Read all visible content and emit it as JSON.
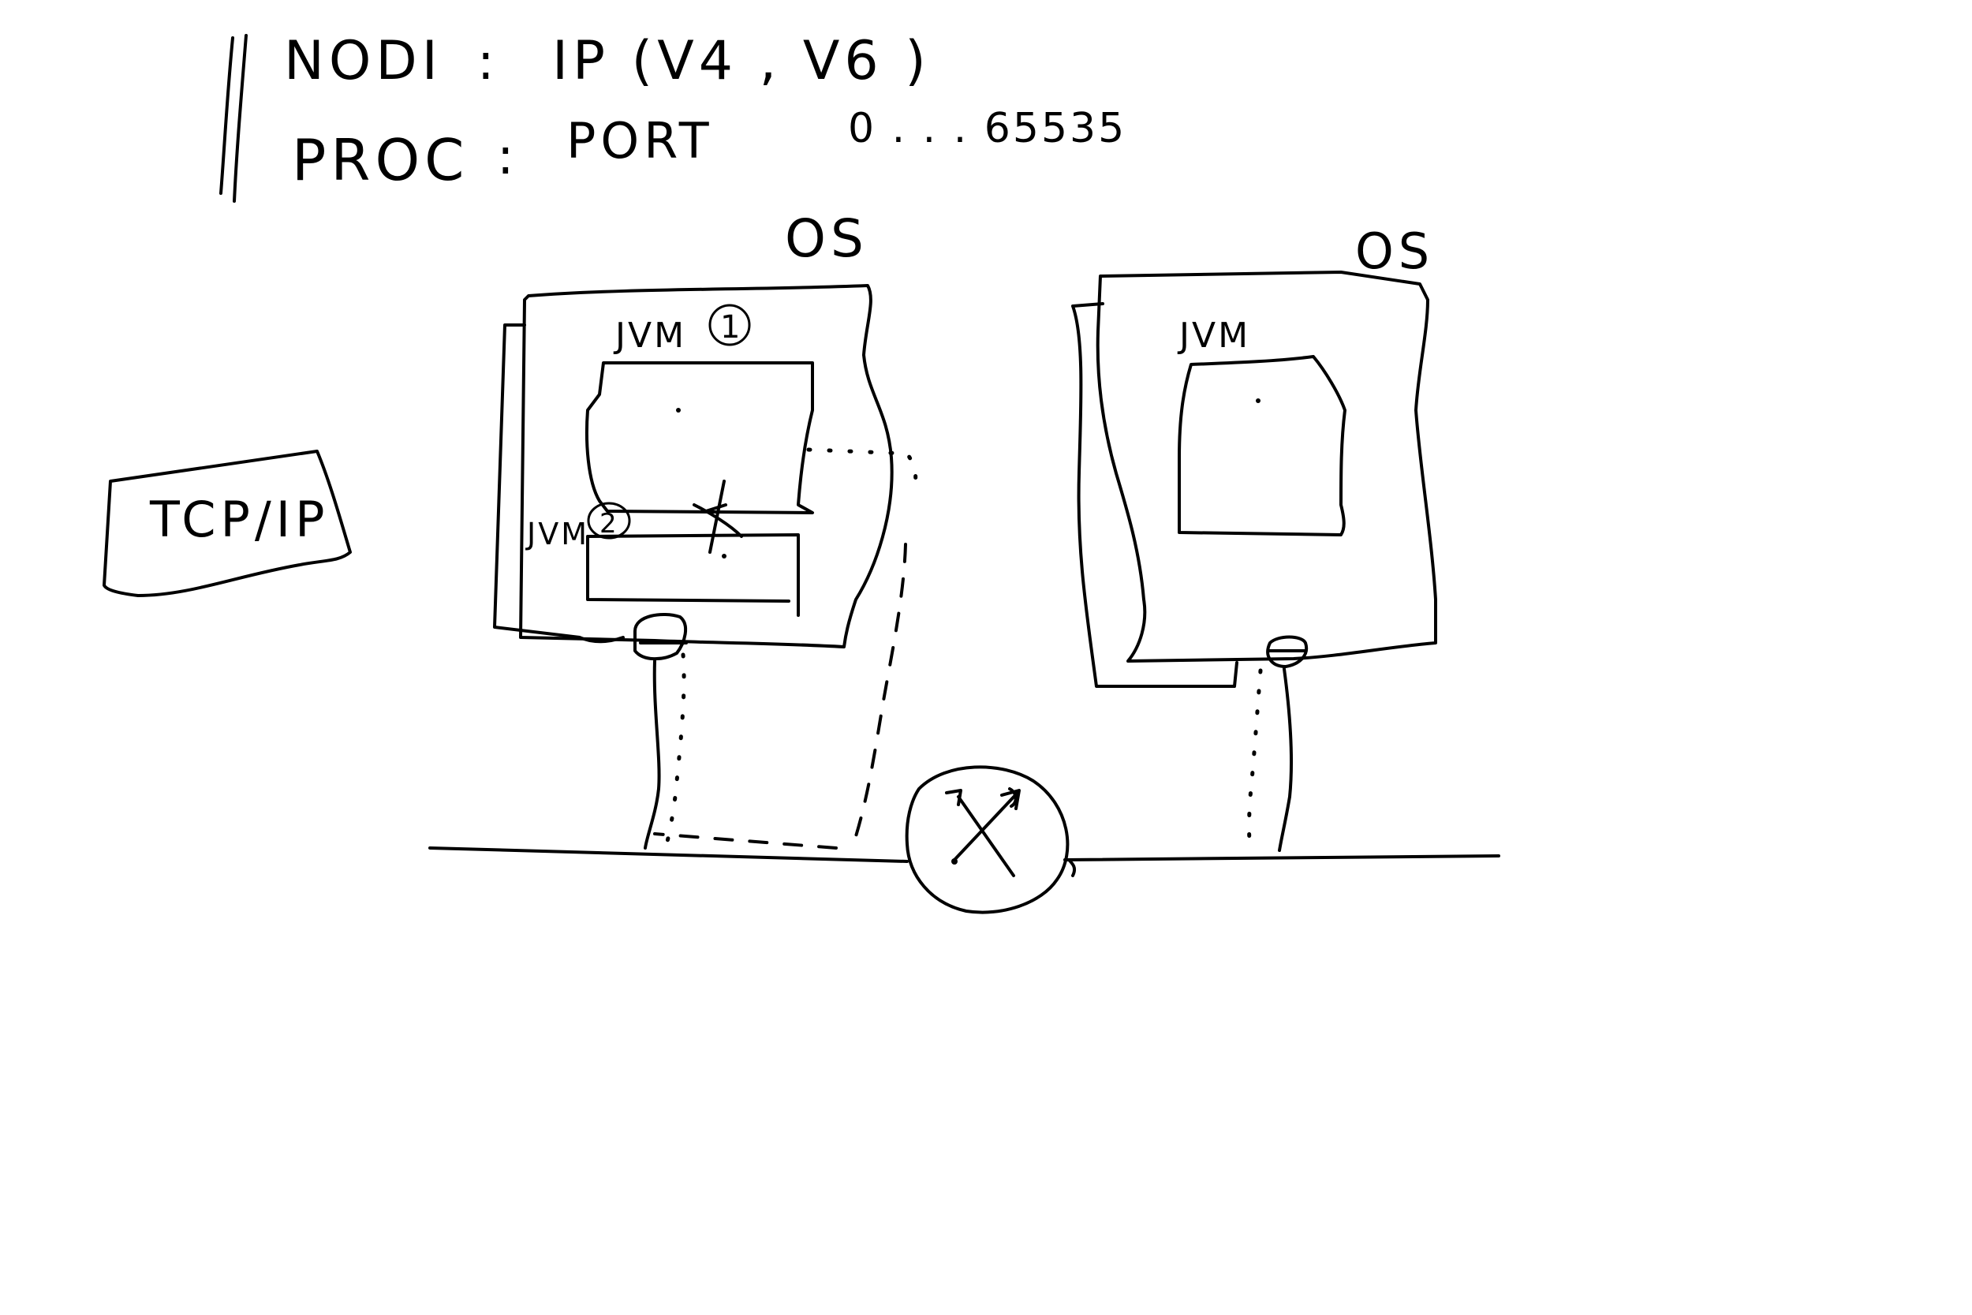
{
  "header": {
    "nodes_label": "NODI",
    "nodes_colon": ":",
    "nodes_value": "IP (V4 , V6 )",
    "proc_label": "PROC",
    "proc_colon": ":",
    "proc_value": "PORT",
    "port_range": "0 . . . 65535"
  },
  "protocol_box": {
    "label": "TCP/IP"
  },
  "left_host": {
    "os_label": "OS",
    "jvm1_label": "JVM",
    "jvm1_number": "1",
    "jvm2_label": "JVM",
    "jvm2_number": "2"
  },
  "right_host": {
    "os_label": "OS",
    "jvm_label": "JVM"
  },
  "network": {
    "router_icon": "router-icon"
  }
}
